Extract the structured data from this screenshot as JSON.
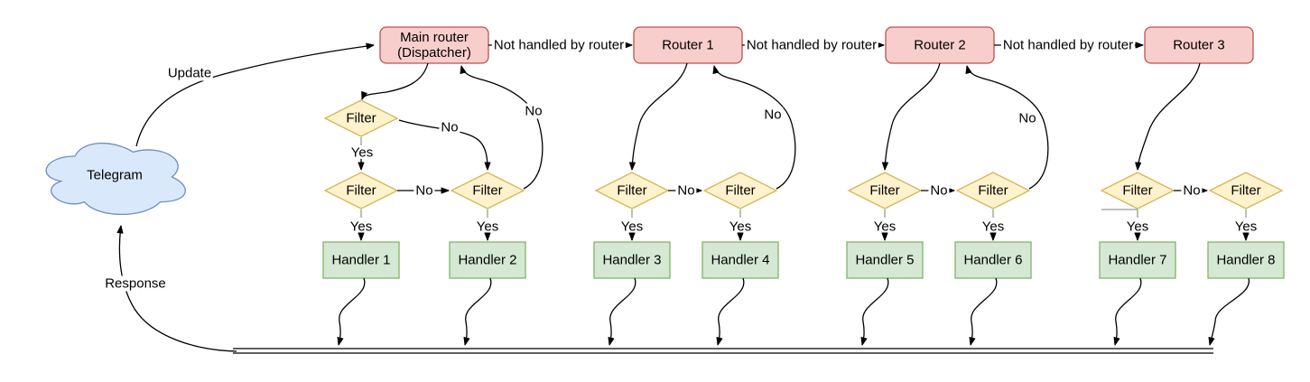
{
  "diagram": {
    "cloud": {
      "label": "Telegram"
    },
    "edge_labels": {
      "update": "Update",
      "response": "Response",
      "not_handled_by_router": "Not handled by router",
      "yes": "Yes",
      "no": "No"
    },
    "routers": [
      "Main router\n(Dispatcher)",
      "Router 1",
      "Router 2",
      "Router 3"
    ],
    "filter_label": "Filter",
    "handlers": [
      "Handler 1",
      "Handler 2",
      "Handler 3",
      "Handler 4",
      "Handler 5",
      "Handler 6",
      "Handler 7",
      "Handler 8"
    ],
    "colors": {
      "cloud_fill": "#dae8fc",
      "cloud_stroke": "#6c8ebf",
      "router_fill": "#f8cecc",
      "router_stroke": "#b85450",
      "filter_fill": "#fff2cc",
      "filter_stroke": "#d6b656",
      "handler_fill": "#d5e8d4",
      "handler_stroke": "#82b366",
      "connector": "#000000",
      "connector_stub": "#999999",
      "background": "#ffffff"
    }
  }
}
